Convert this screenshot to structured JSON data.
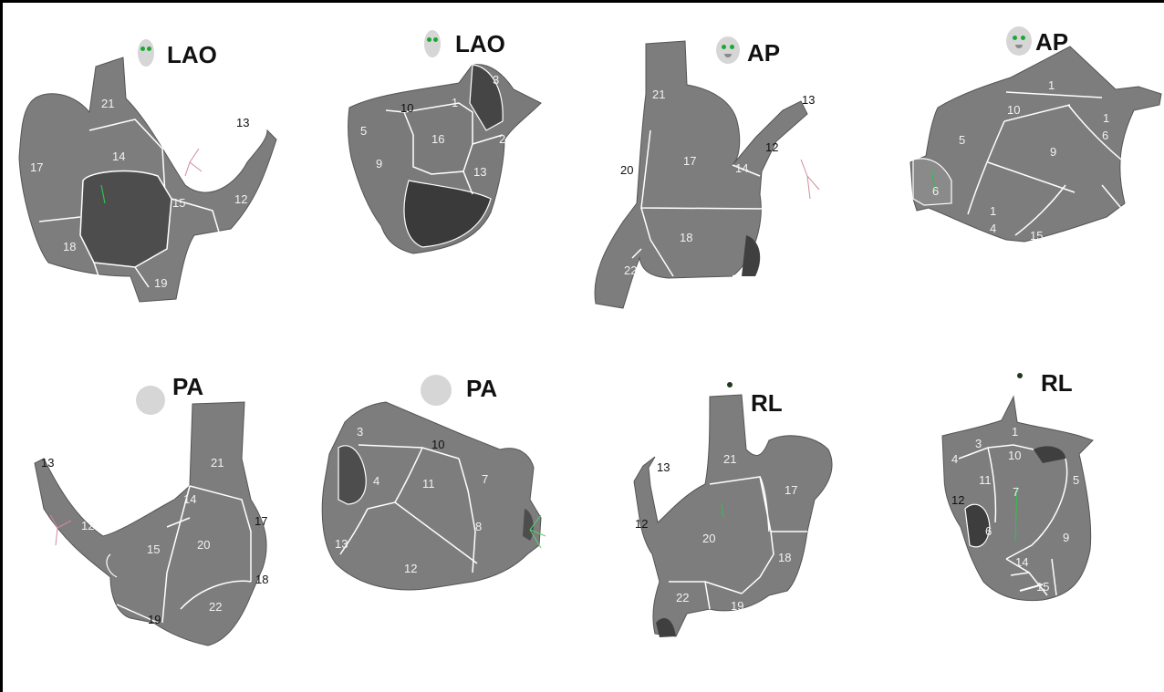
{
  "panels": [
    {
      "view": "LAO",
      "marker": "face-eyes",
      "segments": [
        "21",
        "17",
        "14",
        "15",
        "13",
        "12",
        "18",
        "19"
      ]
    },
    {
      "view": "LAO",
      "marker": "face-eyes",
      "segments": [
        "3",
        "10",
        "1",
        "5",
        "16",
        "2",
        "9",
        "13"
      ]
    },
    {
      "view": "AP",
      "marker": "face-full",
      "segments": [
        "21",
        "13",
        "12",
        "20",
        "17",
        "14",
        "18",
        "22"
      ]
    },
    {
      "view": "AP",
      "marker": "face-full",
      "segments": [
        "1",
        "10",
        "1",
        "5",
        "6",
        "9",
        "6",
        "1",
        "4",
        "15"
      ]
    },
    {
      "view": "PA",
      "marker": "disc",
      "segments": [
        "13",
        "21",
        "14",
        "17",
        "12",
        "15",
        "20",
        "18",
        "22",
        "19"
      ]
    },
    {
      "view": "PA",
      "marker": "disc",
      "segments": [
        "3",
        "10",
        "4",
        "11",
        "7",
        "13",
        "8",
        "12"
      ]
    },
    {
      "view": "RL",
      "marker": "dot",
      "segments": [
        "13",
        "21",
        "17",
        "12",
        "20",
        "18",
        "22",
        "19"
      ]
    },
    {
      "view": "RL",
      "marker": "dot",
      "segments": [
        "1",
        "4",
        "3",
        "10",
        "5",
        "11",
        "7",
        "12",
        "6",
        "9",
        "14",
        "15"
      ]
    }
  ],
  "colors": {
    "tissue": "#7d7d7d",
    "tissue_light": "#9a9a9a",
    "tissue_dark": "#4a4a4a",
    "boundary": "#ffffff",
    "eye": "#1aa832",
    "face": "#d6d6d6"
  }
}
